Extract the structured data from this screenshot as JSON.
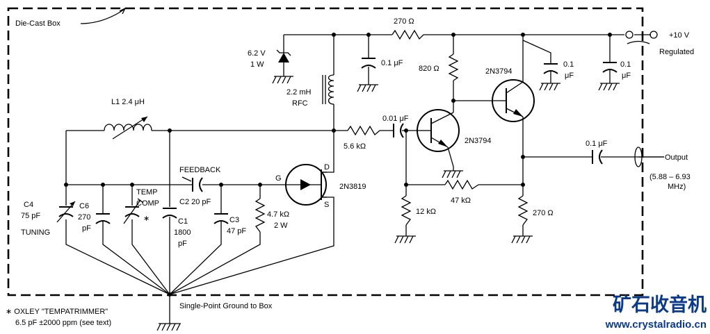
{
  "diagram": {
    "box_label": "Die-Cast Box",
    "supply_label": "+10 V",
    "supply_sub": "Regulated",
    "output_label": "Output",
    "output_range": "(5.88 – 6.93",
    "output_unit": "MHz)",
    "ground_label": "Single-Point Ground to Box",
    "footnote_line1": "∗ OXLEY \"TEMPATRIMMER\"",
    "footnote_line2": "6.5 pF ±2000 ppm (see text)",
    "feedback_label": "FEEDBACK",
    "components": {
      "l1": "L1 2.4 μH",
      "c4": [
        "C4",
        "75 pF",
        "TUNING"
      ],
      "c6": [
        "C6",
        "270",
        "pF"
      ],
      "temp": [
        "TEMP",
        "COMP"
      ],
      "star": "∗",
      "c1": [
        "C1",
        "1800",
        "pF"
      ],
      "c2": "C2 20 pF",
      "c3": [
        "C3",
        "47 pF"
      ],
      "r47": [
        "4.7 kΩ",
        "2 W"
      ],
      "jfet": "2N3819",
      "jfet_g": "G",
      "jfet_d": "D",
      "jfet_s": "S",
      "zener": [
        "6.2 V",
        "1 W"
      ],
      "rfc": [
        "2.2 mH",
        "RFC"
      ],
      "c01a": "0.1 μF",
      "r270top": "270 Ω",
      "r820": "820 Ω",
      "r56": "5.6 kΩ",
      "c001": "0.01 μF",
      "q2": "2N3794",
      "q3": "2N3794",
      "r12": "12 kΩ",
      "r47k": "47 kΩ",
      "r270bot": "270 Ω",
      "cout": "0.1 μF",
      "c01b": [
        "0.1",
        "μF"
      ],
      "c01c": [
        "0.1",
        "μF"
      ]
    }
  },
  "watermark": {
    "title": "矿石收音机",
    "url": "www.crystalradio.cn"
  }
}
